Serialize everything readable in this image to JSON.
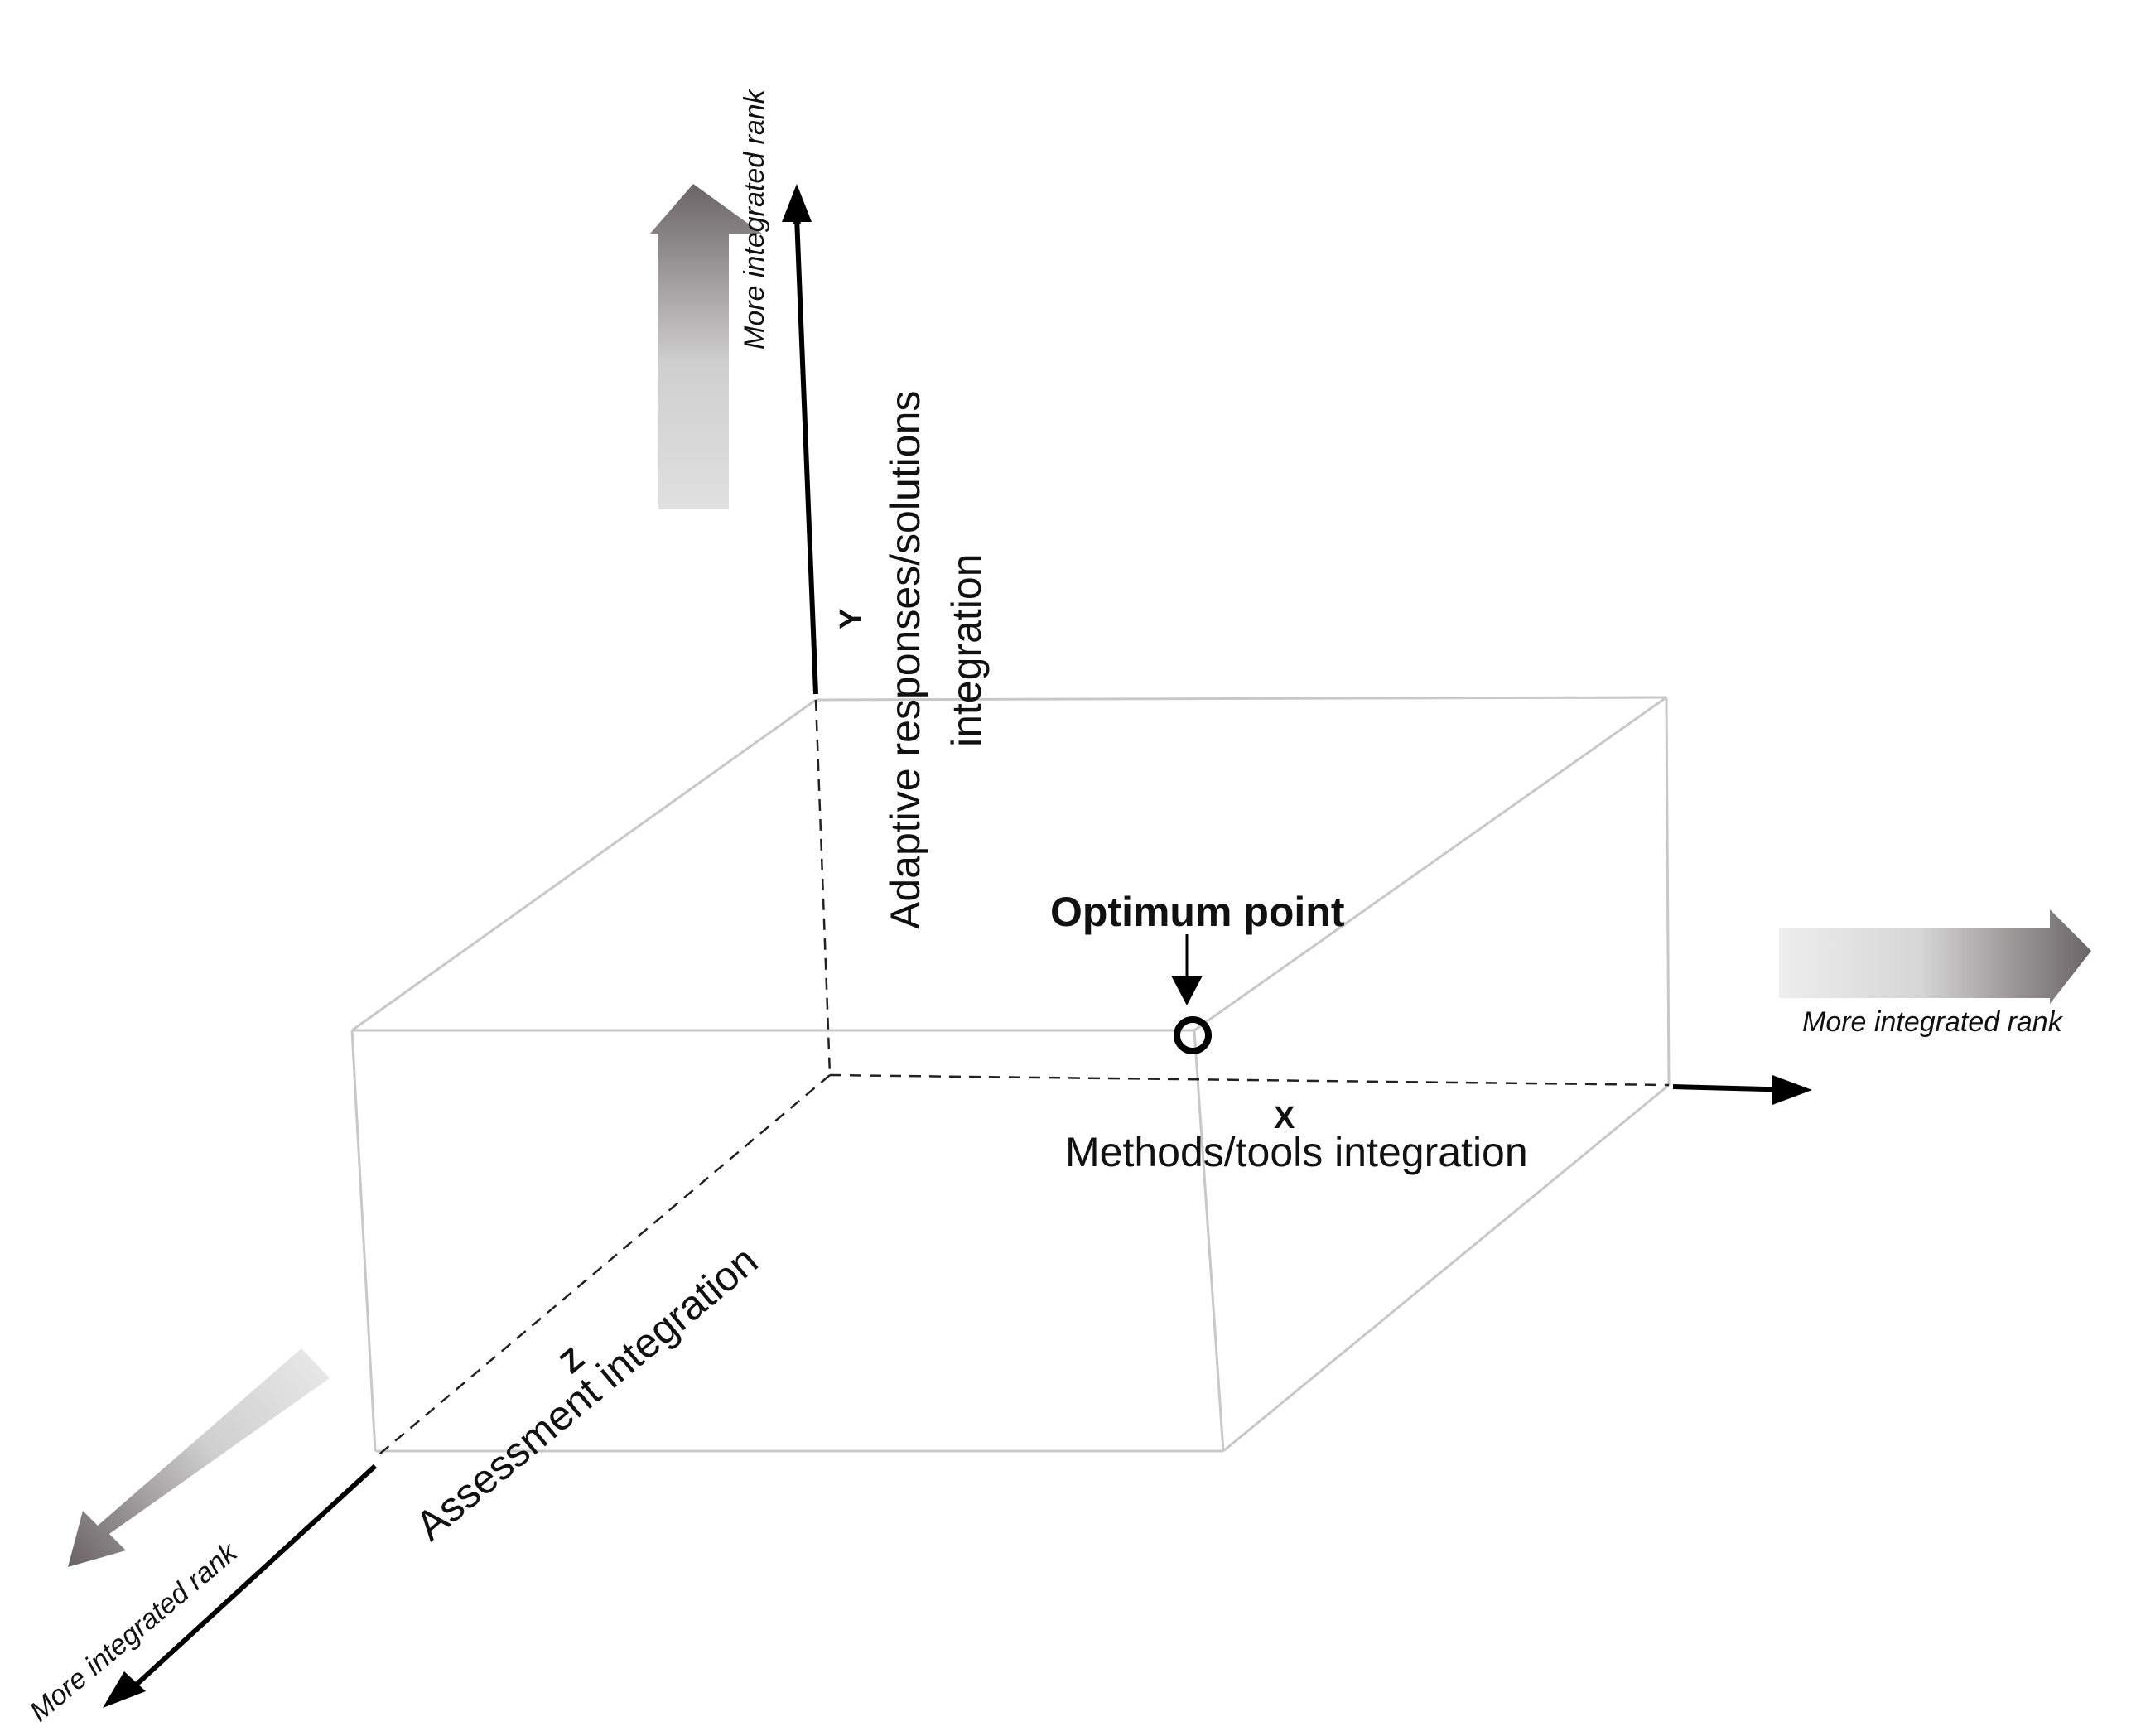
{
  "diagram": {
    "optimum_label": "Optimum point",
    "axes": {
      "x": {
        "letter": "X",
        "title": "Methods/tools integration",
        "rank_label": "More integrated rank"
      },
      "y": {
        "letter": "Y",
        "title_line1": "Adaptive responses/solutions",
        "title_line2": "integration",
        "rank_label": "More integrated rank"
      },
      "z": {
        "letter": "Z",
        "title": "Assessment integration",
        "rank_label": "More integrated rank"
      }
    },
    "colors": {
      "axis": "#000000",
      "box_edge": "#c8c8c8",
      "hint_arrow_dark": "#6b6466",
      "hint_arrow_light": "#dcdcdc"
    }
  }
}
